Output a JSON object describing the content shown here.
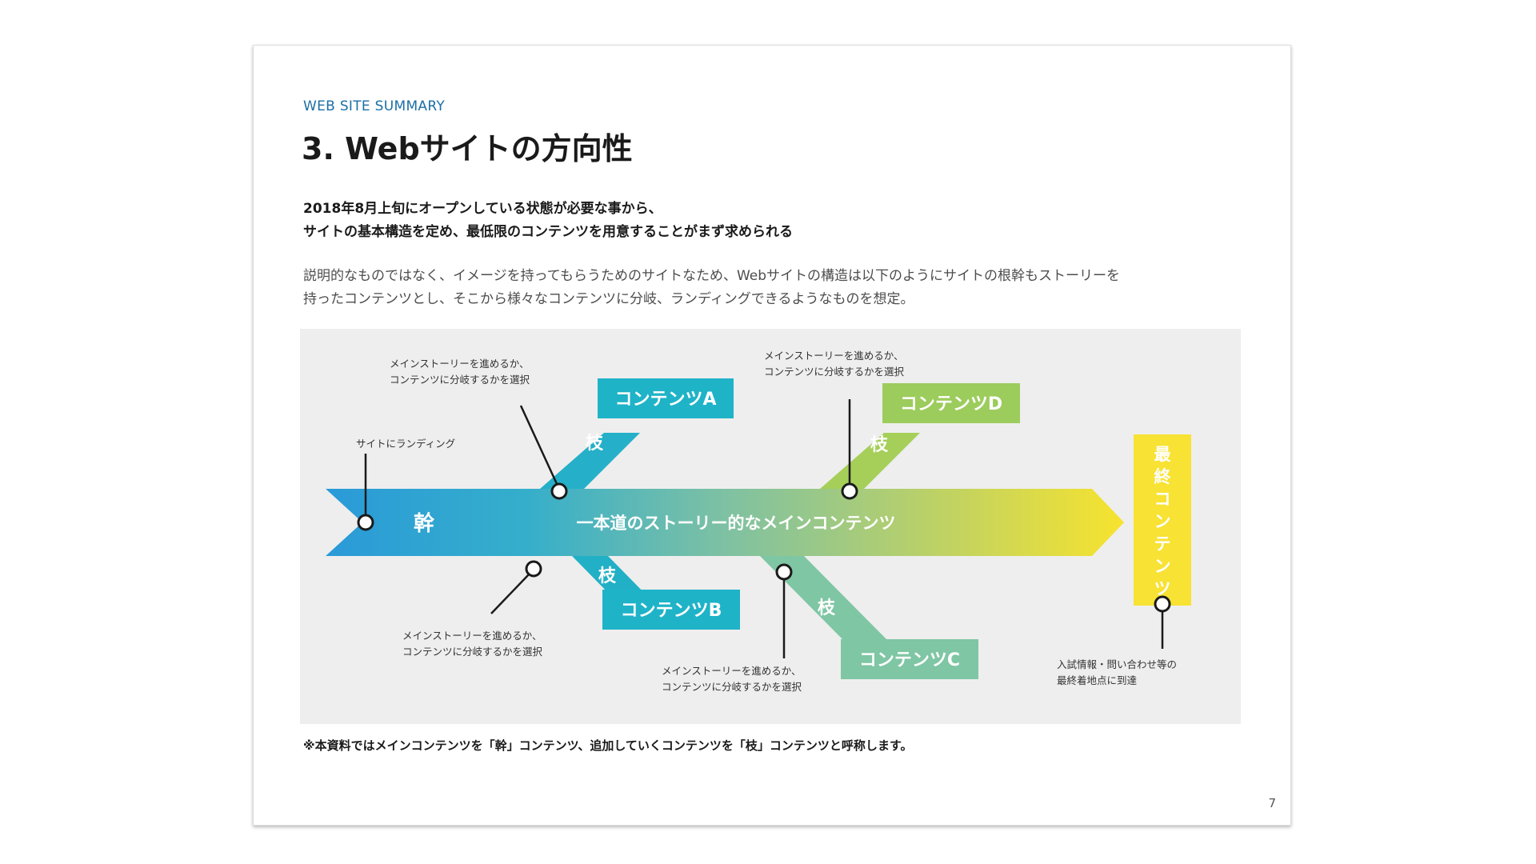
{
  "header": {
    "section_label": "WEB SITE SUMMARY",
    "title": "3. Webサイトの方向性"
  },
  "lead": {
    "line1": "2018年8月上旬にオープンしている状態が必要な事から、",
    "line2": "サイトの基本構造を定め、最低限のコンテンツを用意することがまず求められる"
  },
  "body": {
    "line1": "説明的なものではなく、イメージを持ってもらうためのサイトなため、Webサイトの構造は以下のようにサイトの根幹もストーリーを",
    "line2": "持ったコンテンツとし、そこから様々なコンテンツに分岐、ランディングできるようなものを想定。"
  },
  "diagram": {
    "trunk_label": "幹",
    "main_label": "一本道のストーリー的なメインコンテンツ",
    "branch_label": "枝",
    "contents": {
      "a": "コンテンツA",
      "b": "コンテンツB",
      "c": "コンテンツC",
      "d": "コンテンツD"
    },
    "final": [
      "最",
      "終",
      "コ",
      "ン",
      "テ",
      "ン",
      "ツ"
    ],
    "captions": {
      "landing": "サイトにランディング",
      "choice_line1": "メインストーリーを進めるか、",
      "choice_line2": "コンテンツに分岐するかを選択",
      "final_line1": "入試情報・問い合わせ等の",
      "final_line2": "最終着地点に到達"
    },
    "colors": {
      "trunk_start": "#2a9ad8",
      "trunk_mid": "#7ec1a3",
      "trunk_end": "#f7e32e",
      "content_teal": "#1fb3c8",
      "content_green": "#9ccc5c",
      "content_mint": "#7fc6a4",
      "final_yellow": "#f8e233",
      "background": "#eeeeee"
    }
  },
  "footer": {
    "note": "※本資料ではメインコンテンツを「幹」コンテンツ、追加していくコンテンツを「枝」コンテンツと呼称します。",
    "page_number": "7"
  }
}
